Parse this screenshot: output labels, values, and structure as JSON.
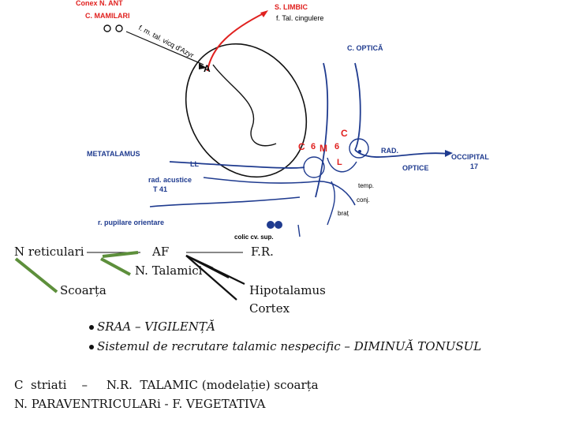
{
  "figure_labels": {
    "conex_n_ant": "Conex N. ANT",
    "c_mamilari": "C. MAMILARI",
    "s_limbic": "S. LIMBIC",
    "f_tal_cingulere": "f. Tal. cingulere",
    "f_m_tal_vicq": "f. m. tal. vicq d'Azyr",
    "a_label": "A",
    "c_optica": "C. OPTICĂ",
    "c_top": "C",
    "c6": "C",
    "six_a": "6",
    "m": "M",
    "six_b": "6",
    "l": "L",
    "metatalamus": "METATALAMUS",
    "ll": "LL",
    "rad": "RAD.",
    "optice": "OPTICE",
    "occipital": "OCCIPITAL",
    "seventeen": "17",
    "rad_acustice": "rad. acustice",
    "t41": "T 41",
    "temp": "temp.",
    "conj": "conj.",
    "brat": "braț",
    "r_pupilare": "r. pupilare orientare",
    "colic": "colic cv. sup."
  },
  "lower": {
    "n_reticulari": "N reticulari",
    "af": "AF",
    "fr": "F.R.",
    "n_talamici": "N. Talamici",
    "scoarta": "Scoarța",
    "hipotalamus": "Hipotalamus",
    "cortex": "Cortex",
    "bullets": [
      "SRAA – VIGILENȚĂ",
      "Sistemul de recrutare talamic nespecific – DIMINUĂ TONUSUL"
    ],
    "line1": "C  striati    –     N.R.  TALAMIC (modelație) scoarța",
    "line2": "N. PARAVENTRICULARi - F. VEGETATIVA"
  },
  "colors": {
    "red": "#e0211f",
    "blue": "#1f3b8f",
    "black": "#000000"
  }
}
